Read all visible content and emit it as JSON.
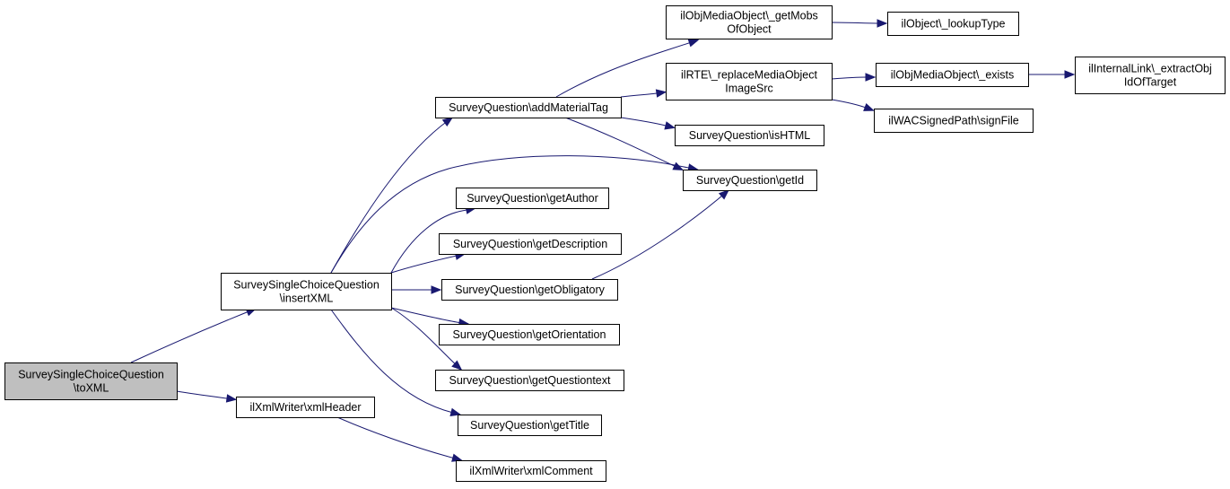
{
  "diagram": {
    "type": "call-graph",
    "colors": {
      "edge": "#191970",
      "root_fill": "#bfbfbf",
      "node_fill": "#ffffff",
      "node_border": "#000000"
    },
    "nodes": [
      {
        "id": "toxml",
        "lines": [
          "SurveySingleChoiceQuestion",
          "\\toXML"
        ],
        "root": true
      },
      {
        "id": "insertxml",
        "lines": [
          "SurveySingleChoiceQuestion",
          "\\insertXML"
        ]
      },
      {
        "id": "xmlheader",
        "lines": [
          "ilXmlWriter\\xmlHeader"
        ]
      },
      {
        "id": "xmlcomment",
        "lines": [
          "ilXmlWriter\\xmlComment"
        ]
      },
      {
        "id": "addmaterialtag",
        "lines": [
          "SurveyQuestion\\addMaterialTag"
        ]
      },
      {
        "id": "getauthor",
        "lines": [
          "SurveyQuestion\\getAuthor"
        ]
      },
      {
        "id": "getdescription",
        "lines": [
          "SurveyQuestion\\getDescription"
        ]
      },
      {
        "id": "getobligatory",
        "lines": [
          "SurveyQuestion\\getObligatory"
        ]
      },
      {
        "id": "getorientation",
        "lines": [
          "SurveyQuestion\\getOrientation"
        ]
      },
      {
        "id": "getquestiontext",
        "lines": [
          "SurveyQuestion\\getQuestiontext"
        ]
      },
      {
        "id": "gettitle",
        "lines": [
          "SurveyQuestion\\getTitle"
        ]
      },
      {
        "id": "getid",
        "lines": [
          "SurveyQuestion\\getId"
        ]
      },
      {
        "id": "ishtml",
        "lines": [
          "SurveyQuestion\\isHTML"
        ]
      },
      {
        "id": "getmobs",
        "lines": [
          "ilObjMediaObject\\_getMobs",
          "OfObject"
        ]
      },
      {
        "id": "replacemedia",
        "lines": [
          "ilRTE\\_replaceMediaObject",
          "ImageSrc"
        ]
      },
      {
        "id": "lookuptype",
        "lines": [
          "ilObject\\_lookupType"
        ]
      },
      {
        "id": "exists",
        "lines": [
          "ilObjMediaObject\\_exists"
        ]
      },
      {
        "id": "signfile",
        "lines": [
          "ilWACSignedPath\\signFile"
        ]
      },
      {
        "id": "extractobj",
        "lines": [
          "ilInternalLink\\_extractObj",
          "IdOfTarget"
        ]
      }
    ],
    "edges": [
      {
        "from": "toxml",
        "to": "insertxml"
      },
      {
        "from": "toxml",
        "to": "xmlheader"
      },
      {
        "from": "xmlheader",
        "to": "xmlcomment"
      },
      {
        "from": "insertxml",
        "to": "addmaterialtag"
      },
      {
        "from": "insertxml",
        "to": "getid"
      },
      {
        "from": "insertxml",
        "to": "getauthor"
      },
      {
        "from": "insertxml",
        "to": "getdescription"
      },
      {
        "from": "insertxml",
        "to": "getobligatory"
      },
      {
        "from": "insertxml",
        "to": "getorientation"
      },
      {
        "from": "insertxml",
        "to": "getquestiontext"
      },
      {
        "from": "insertxml",
        "to": "gettitle"
      },
      {
        "from": "addmaterialtag",
        "to": "getmobs"
      },
      {
        "from": "addmaterialtag",
        "to": "replacemedia"
      },
      {
        "from": "addmaterialtag",
        "to": "ishtml"
      },
      {
        "from": "addmaterialtag",
        "to": "getid"
      },
      {
        "from": "getobligatory",
        "to": "getid"
      },
      {
        "from": "getmobs",
        "to": "lookuptype"
      },
      {
        "from": "replacemedia",
        "to": "exists"
      },
      {
        "from": "replacemedia",
        "to": "signfile"
      },
      {
        "from": "exists",
        "to": "extractobj"
      }
    ]
  }
}
